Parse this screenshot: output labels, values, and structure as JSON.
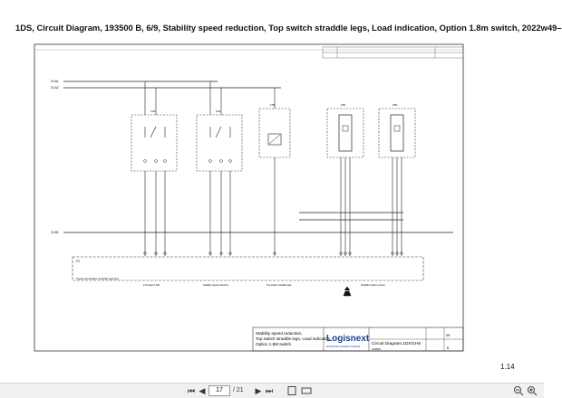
{
  "title": "1DS, Circuit Diagram, 193500 B, 6/9, Stability speed reduction, Top switch straddle legs, Load indication, Option 1.8m switch, 2022w49–",
  "page_number": "1.14",
  "diagram": {
    "rails": {
      "top_a": "X1:A1",
      "top_b": "X1:A2",
      "lower_a": "X1:A3",
      "bus": "X1:B1"
    },
    "module_labels": [
      "1S3",
      "1S4",
      "1S5",
      "1B1",
      "1B2"
    ],
    "controller_label": "F2",
    "controller_caption": "Traction & Lift Motor Controller (part 2/2)",
    "lower_labels": [
      "1.8 height 1.8M",
      "Stability speed reduction",
      "Top switch straddle legs",
      "Straddle  bottom  sensor",
      "Straddle  bottom  sensor"
    ],
    "title_block": {
      "description_lines": [
        "Stability speed reduction,",
        "Top switch straddle legs, Load indication",
        "Option 1.8M switch"
      ],
      "company": "Logisnext",
      "company_sub": "MITSUBISHI LOGISNEXT EUROPE",
      "drawing_title": "Circuit Diagram,1DS/1HS",
      "drawing_number": "193500",
      "sheet": "6/9",
      "revision": "B"
    }
  },
  "toolbar": {
    "first_label": "⏮",
    "prev_label": "◀",
    "current_page": "17",
    "total_pages": "/ 21",
    "next_label": "▶",
    "last_label": "⏭",
    "icons": [
      "fit-page-icon",
      "fit-width-icon",
      "zoom-out-icon",
      "zoom-in-icon"
    ]
  },
  "colors": {
    "line": "#222222",
    "toolbar_bg": "#f0f0f0",
    "logo": "#1b3f8f"
  }
}
